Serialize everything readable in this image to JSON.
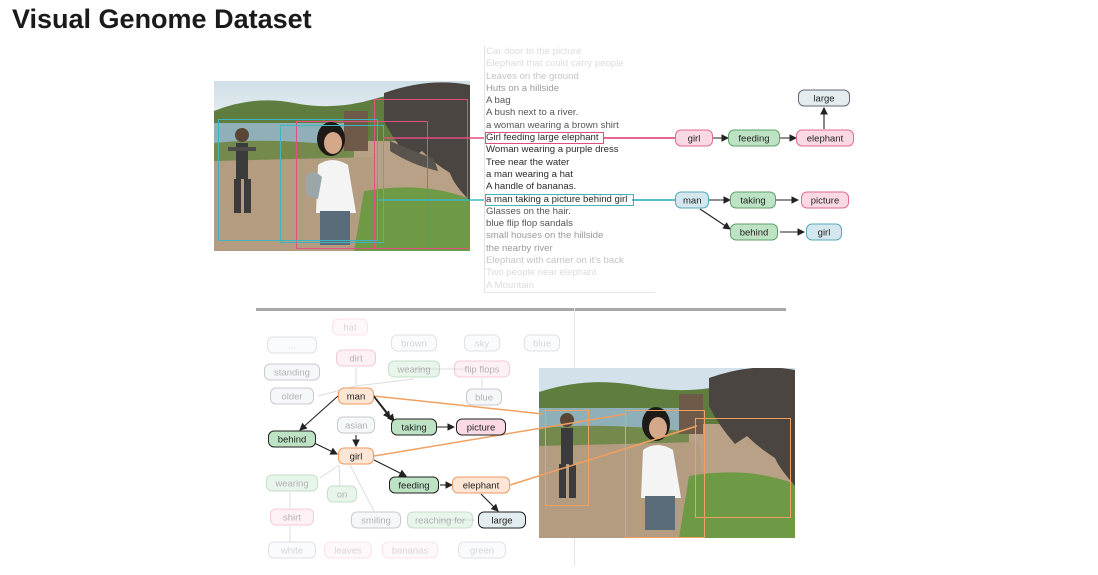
{
  "title": "Visual Genome Dataset",
  "captions": [
    "Car door to the picture",
    "Elephant that could carry people",
    "Leaves on the ground",
    "Huts on a hillside",
    "A bag",
    "A bush next to a river.",
    "a woman wearing a brown shirt",
    "Girl feeding large elephant",
    "Woman wearing a purple dress",
    "Tree near the water",
    "a man wearing a hat",
    "A handle of bananas.",
    "a man taking a picture behind girl",
    "Glasses on the hair.",
    "blue flip flop sandals",
    "small houses on the hillside",
    "the nearby river",
    "Elephant with carrier on it's back",
    "Two people near elephant",
    "A Mountain"
  ],
  "top_graph": {
    "girl": "girl",
    "feeding": "feeding",
    "elephant": "elephant",
    "large": "large",
    "man": "man",
    "taking": "taking",
    "picture": "picture",
    "behind": "behind",
    "girl2": "girl"
  },
  "bottom_graph": {
    "faded_top": [
      "...",
      "hat",
      "brown",
      "sky",
      "blue",
      "dirt",
      "standing",
      "wearing",
      "flip flops",
      "blue",
      "older"
    ],
    "man": "man",
    "asian": "asian",
    "taking": "taking",
    "picture": "picture",
    "behind": "behind",
    "girl": "girl",
    "wearing": "wearing",
    "on": "on",
    "feeding": "feeding",
    "elephant": "elephant",
    "shirt": "shirt",
    "smiling": "smiling",
    "reaching_for": "reaching for",
    "large": "large",
    "white": "white",
    "leaves": "leaves",
    "bananas": "bananas",
    "green": "green"
  },
  "colors": {
    "pink": "#e0507d",
    "teal": "#40b5c2",
    "orange": "#f0a060"
  }
}
